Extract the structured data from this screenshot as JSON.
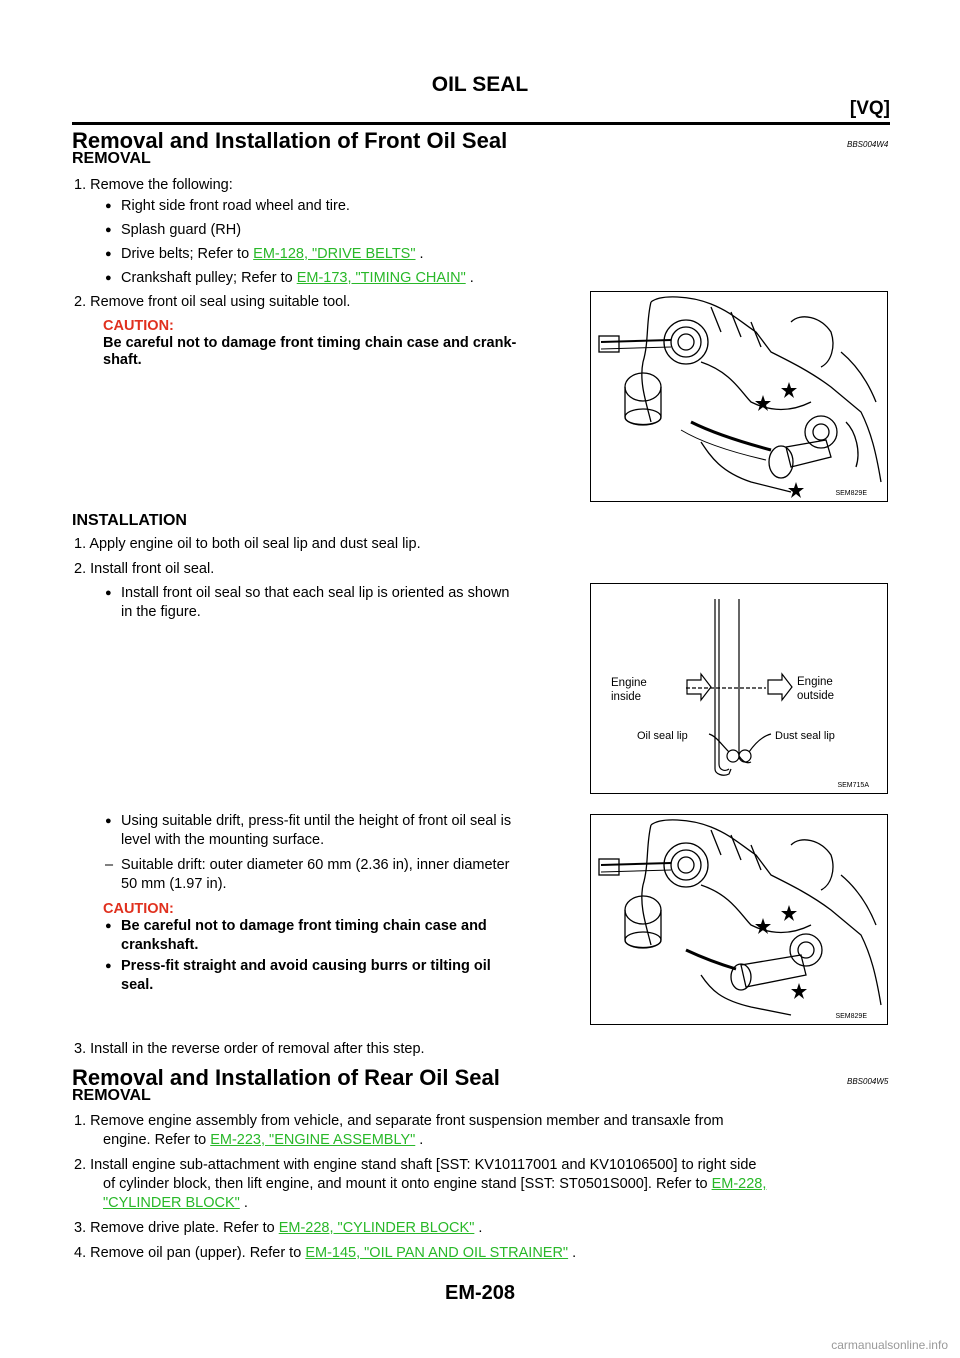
{
  "header": {
    "title": "OIL SEAL",
    "section": "[VQ]"
  },
  "front": {
    "heading": "Removal and Installation of Front Oil Seal",
    "code": "BBS004W4",
    "removal_heading": "REMOVAL",
    "step1": "1.  Remove the following:",
    "b1": "Right side front road wheel and tire.",
    "b2": "Splash guard (RH)",
    "b3_pre": "Drive belts; Refer to ",
    "b3_link": "EM-128, \"DRIVE BELTS\"",
    "b3_post": " .",
    "b4_pre": "Crankshaft pulley; Refer to ",
    "b4_link": "EM-173, \"TIMING CHAIN\"",
    "b4_post": " .",
    "step2": "2.  Remove front oil seal using suitable tool.",
    "caution_label": "CAUTION:",
    "caution1": "Be careful not to damage front timing chain case and crank-",
    "caution1b": "shaft.",
    "fig1_code": "SEM829E",
    "install_heading": "INSTALLATION",
    "i1": "1.  Apply engine oil to both oil seal lip and dust seal lip.",
    "i2": "2.  Install front oil seal.",
    "ib1a": "Install front oil seal so that each seal lip is oriented as shown",
    "ib1b": "in the figure.",
    "fig2": {
      "inside_a": "Engine",
      "inside_b": "inside",
      "outside_a": "Engine",
      "outside_b": "outside",
      "oil_lip": "Oil seal lip",
      "dust_lip": "Dust seal lip",
      "code": "SEM715A"
    },
    "ib2a": "Using suitable drift, press-fit until the height of front oil seal is",
    "ib2b": "level with the mounting surface.",
    "dash_a": "Suitable drift: outer diameter 60 mm (2.36 in), inner diameter",
    "dash_b": "50 mm (1.97 in).",
    "caution2_label": "CAUTION:",
    "c2a": "Be careful not to damage front timing chain case and",
    "c2a2": "crankshaft.",
    "c2b": "Press-fit straight and avoid causing burrs or tilting oil",
    "c2b2": "seal.",
    "fig3_code": "SEM829E",
    "i3": "3.  Install in the reverse order of removal after this step."
  },
  "rear": {
    "heading": "Removal and Installation of Rear Oil Seal",
    "code": "BBS004W5",
    "removal_heading": "REMOVAL",
    "r1a": "1.  Remove engine assembly from vehicle, and separate front suspension member and transaxle from",
    "r1b_pre": "engine. Refer to ",
    "r1b_link": "EM-223, \"ENGINE ASSEMBLY\"",
    "r1b_post": " .",
    "r2a": "2.  Install engine sub-attachment with engine stand shaft [SST: KV10117001 and KV10106500] to right side",
    "r2b_pre": "of cylinder block, then lift engine, and mount it onto engine stand [SST: ST0501S000]. Refer to ",
    "r2b_link": "EM-228,",
    "r2c_link": "\"CYLINDER BLOCK\"",
    "r2c_post": " .",
    "r3_pre": "3.  Remove drive plate. Refer to ",
    "r3_link": "EM-228, \"CYLINDER BLOCK\"",
    "r3_post": " .",
    "r4_pre": "4.  Remove oil pan (upper). Refer to ",
    "r4_link": "EM-145, \"OIL PAN AND OIL STRAINER\"",
    "r4_post": " ."
  },
  "footer": {
    "page": "EM-208",
    "site": "carmanualsonline.info"
  }
}
